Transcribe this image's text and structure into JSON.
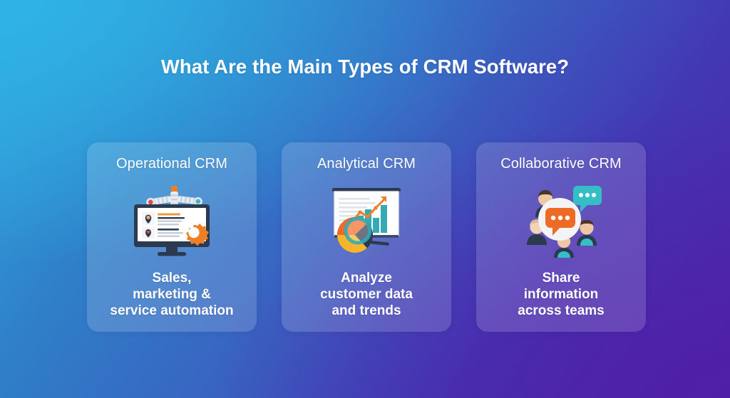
{
  "page": {
    "title": "What Are the Main Types of CRM Software?",
    "background": {
      "start_color": "#30a7dd",
      "mid_color": "#3a5fc0",
      "end_color": "#4c26a8"
    }
  },
  "cards": [
    {
      "id": "operational",
      "title": "Operational CRM",
      "icon_name": "monitor-automation-icon",
      "description_lines": [
        "Sales,",
        "marketing &",
        "service automation"
      ],
      "icon_colors": {
        "screen_frame": "#2b3a4f",
        "screen": "#ffffff",
        "accent": "#ef7f26",
        "teal": "#3bb9c9",
        "red": "#e04b45"
      }
    },
    {
      "id": "analytical",
      "title": "Analytical CRM",
      "icon_name": "analytics-chart-icon",
      "description_lines": [
        "Analyze",
        "customer data",
        "and trends"
      ],
      "icon_colors": {
        "board_frame": "#2b3a4f",
        "board": "#ffffff",
        "bars": "#35a9b5",
        "trend": "#ef7f26",
        "pie_orange": "#ee6b25",
        "pie_yellow": "#f7b52c",
        "pie_dark": "#2b3a4f"
      }
    },
    {
      "id": "collaborative",
      "title": "Collaborative CRM",
      "icon_name": "team-chat-icon",
      "description_lines": [
        "Share",
        "information",
        "across teams"
      ],
      "icon_colors": {
        "bubble_main": "#ee6b25",
        "bubble_small": "#35bfc4",
        "circle": "#f4f4f6",
        "avatar_body": "#2b3a4f",
        "avatar_shirt": "#35bfc4",
        "avatar_hair": "#4a3527",
        "avatar_skin": "#f0c7a4"
      }
    }
  ]
}
